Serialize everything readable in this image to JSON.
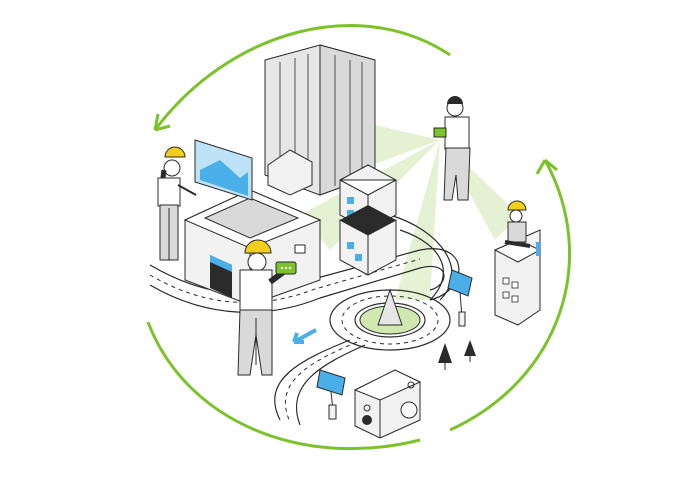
{
  "illustration": {
    "theme": "smart-city-maintenance-cycle",
    "colors": {
      "outline": "#2b2b2b",
      "accent_green": "#7cc22a",
      "light_green": "#cfe9b0",
      "accent_blue": "#4aaee8",
      "light_blue": "#bfe3f6",
      "helmet_yellow": "#f3cf1c",
      "fill_gray": "#d9d9d9",
      "fill_light": "#f2f2f2",
      "fill_white": "#ffffff",
      "dark": "#2b2b2b"
    },
    "icons": [
      "cycle-arrow-top",
      "cycle-arrow-right",
      "cycle-arrow-left",
      "direction-arrow-blue",
      "tablet-icon",
      "solar-panel-icon"
    ]
  }
}
